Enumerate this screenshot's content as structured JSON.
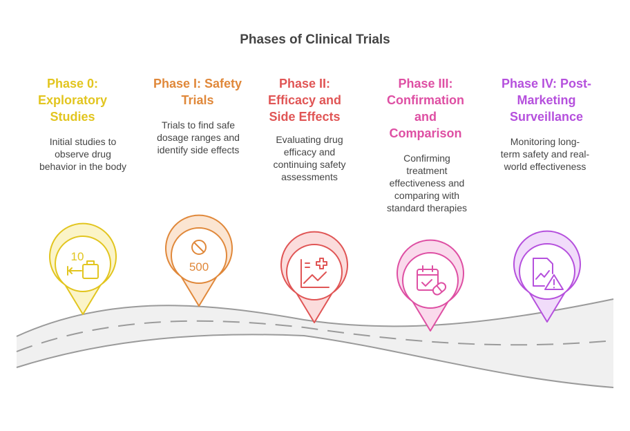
{
  "title": "Phases of Clinical Trials",
  "phases": [
    {
      "title": "Phase 0:\nExploratory\nStudies",
      "description": "Initial studies to\nobserve drug\nbehavior in the body",
      "color": "#E2C51F",
      "icon": "dose-comparison-icon",
      "icon_text": "10"
    },
    {
      "title": "Phase I: Safety\nTrials",
      "description": "Trials to find safe\ndosage ranges and\nidentify side effects",
      "color": "#E0883A",
      "icon": "prohibited-dose-icon",
      "icon_text": "500"
    },
    {
      "title": "Phase II:\nEfficacy and\nSide Effects",
      "description": "Evaluating drug\nefficacy and\ncontinuing safety\nassessments",
      "color": "#E05555",
      "icon": "medical-chart-icon"
    },
    {
      "title": "Phase III:\nConfirmation\nand\nComparison",
      "description": "Confirming\ntreatment\neffectiveness and\ncomparing with\nstandard therapies",
      "color": "#DE4FA3",
      "icon": "calendar-pill-icon"
    },
    {
      "title": "Phase IV: Post-\nMarketing\nSurveillance",
      "description": "Monitoring long-\nterm safety and real-\nworld effectiveness",
      "color": "#B550DD",
      "icon": "report-warning-icon"
    }
  ]
}
